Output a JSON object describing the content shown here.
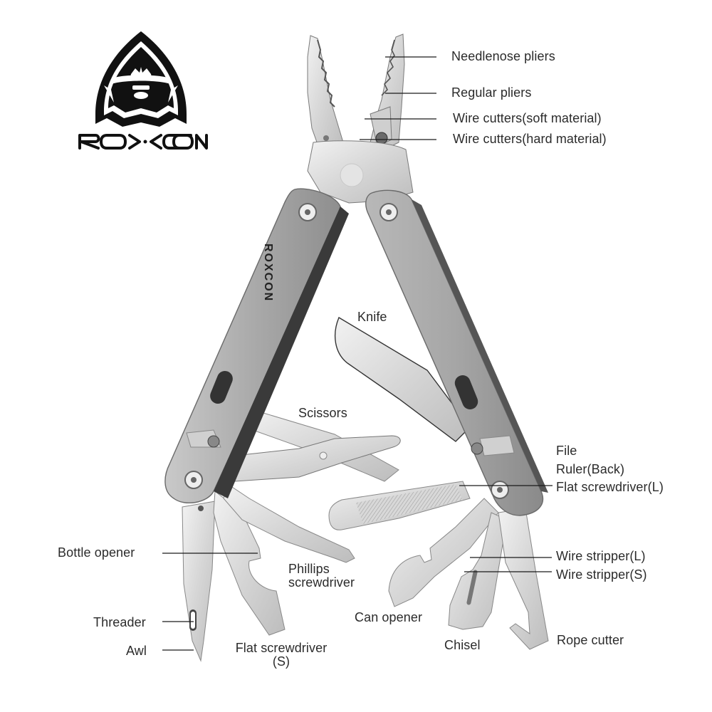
{
  "brand": {
    "name": "ROXCON",
    "logo_icon": "hooded-figure-logo-icon",
    "handle_imprint": "ROXCON"
  },
  "colors": {
    "background": "#ffffff",
    "text": "#2b2b2b",
    "leader_line": "#1a1a1a",
    "handle": "#a9a9a9",
    "steel": "#dcdcdc",
    "logo": "#111111"
  },
  "product": "multi-tool pliers",
  "labels": {
    "needlenose_pliers": "Needlenose pliers",
    "regular_pliers": "Regular pliers",
    "wire_cutters_soft": "Wire cutters(soft material)",
    "wire_cutters_hard": "Wire cutters(hard material)",
    "knife": "Knife",
    "scissors": "Scissors",
    "file": "File",
    "ruler_back": "Ruler(Back)",
    "flat_screwdriver_l": "Flat screwdriver(L)",
    "bottle_opener": "Bottle opener",
    "phillips_line1": "Phillips",
    "phillips_line2": "screwdriver",
    "wire_stripper_l": "Wire stripper(L)",
    "wire_stripper_s": "Wire stripper(S)",
    "threader": "Threader",
    "can_opener": "Can opener",
    "awl": "Awl",
    "flat_screwdriver_s_line1": "Flat screwdriver",
    "flat_screwdriver_s_line2": "(S)",
    "chisel": "Chisel",
    "rope_cutter": "Rope cutter"
  }
}
